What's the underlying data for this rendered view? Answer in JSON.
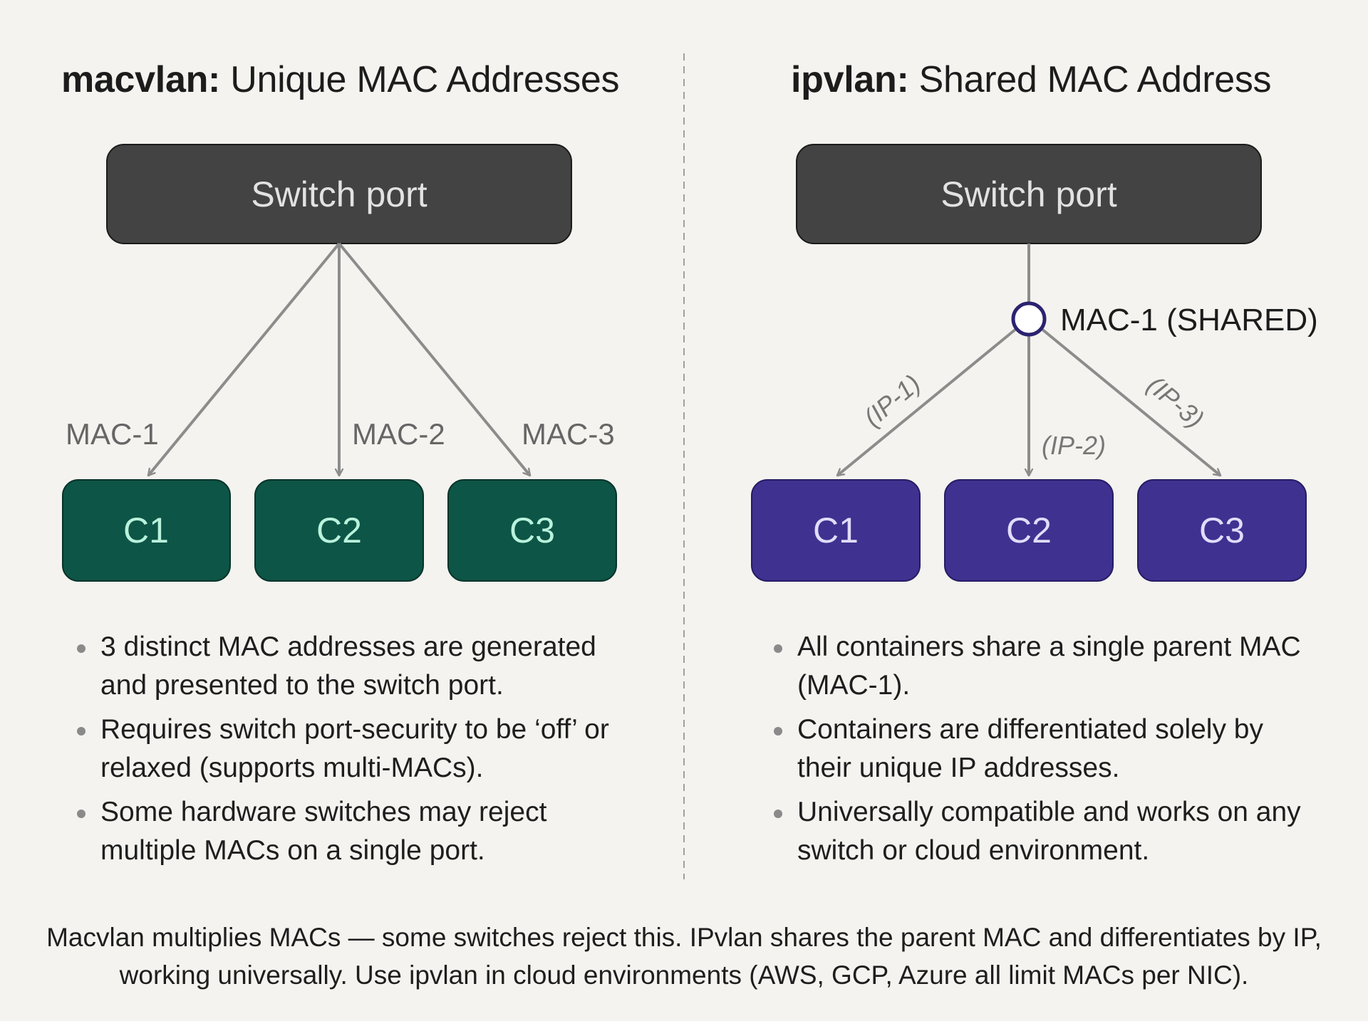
{
  "left_panel": {
    "title_bold": "macvlan:",
    "title_rest": " Unique MAC Addresses",
    "switch_label": "Switch port",
    "link_labels": [
      "MAC-1",
      "MAC-2",
      "MAC-3"
    ],
    "containers": [
      "C1",
      "C2",
      "C3"
    ],
    "bullets": [
      "3 distinct MAC addresses are generated and presented to the switch port.",
      "Requires switch port-security to be ‘off’ or relaxed (supports multi-MACs).",
      "Some hardware switches may reject multiple MACs on a single port."
    ]
  },
  "right_panel": {
    "title_bold": "ipvlan:",
    "title_rest": " Shared MAC Address",
    "switch_label": "Switch port",
    "shared_mac_label": "MAC-1 (SHARED)",
    "link_labels": [
      "(IP-1)",
      "(IP-2)",
      "(IP-3)"
    ],
    "containers": [
      "C1",
      "C2",
      "C3"
    ],
    "bullets": [
      "All containers share a single parent MAC (MAC-1).",
      "Containers are differentiated solely by their unique IP addresses.",
      "Universally compatible and works on any switch or cloud environment."
    ]
  },
  "footer": {
    "line1": "Macvlan multiplies MACs — some switches reject this. IPvlan shares the parent MAC and differentiates by IP,",
    "line2": "working universally. Use ipvlan in cloud environments (AWS, GCP, Azure all limit MACs per NIC)."
  },
  "colors": {
    "switch_fill": "#434343",
    "switch_text": "#e2e2e2",
    "macvlan_container": "#0d5546",
    "macvlan_text": "#b9f2dc",
    "ipvlan_container": "#3f3190",
    "ipvlan_text": "#e1dcfa",
    "node_stroke": "#2b2370",
    "connector": "#8c8c8c",
    "divider": "#a0a0a0"
  }
}
